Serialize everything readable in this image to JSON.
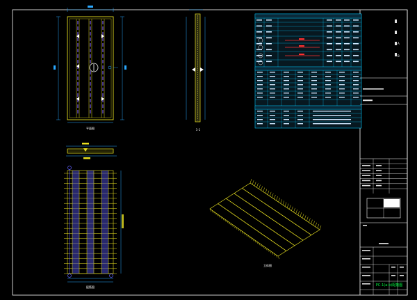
{
  "drawing": {
    "title_text": "PC-1(a-b)配筋图",
    "plan_label": "平面图",
    "view_label": "1-1",
    "iso_label": "立体图",
    "rebar_plan_label": "配筋图",
    "mark_a": "A",
    "mark_b": "B"
  },
  "colors": {
    "background": "#000000",
    "frame": "#ffffff",
    "outline": "#e8e020",
    "dimension": "#2aa8ff",
    "rebar_blue": "#6060ff",
    "table_line": "#00c8ff",
    "table_fill": "#0a2a3a",
    "red_text": "#ff3030",
    "title_green": "#00ff40"
  }
}
